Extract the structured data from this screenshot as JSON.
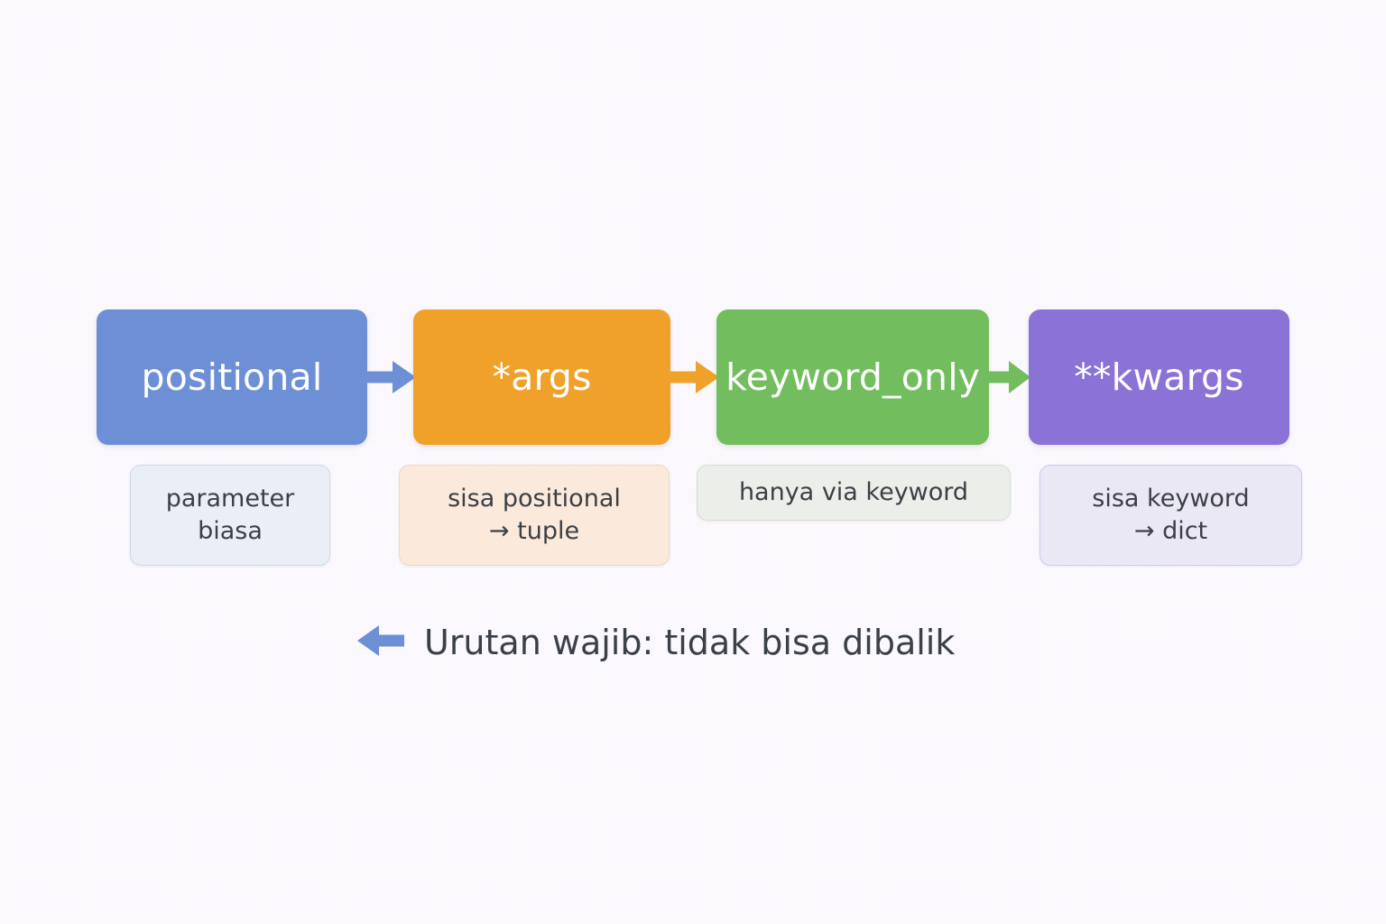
{
  "background_color": "#faf8fc",
  "diagram": {
    "nodes": [
      {
        "label": "positional",
        "color": "#6d8fd6",
        "text_color": "#ffffff"
      },
      {
        "label": "*args",
        "color": "#f0a12a",
        "text_color": "#ffffff"
      },
      {
        "label": "keyword_only",
        "color": "#72bd5e",
        "text_color": "#ffffff"
      },
      {
        "label": "**kwargs",
        "color": "#8a72d6",
        "text_color": "#ffffff"
      }
    ],
    "arrows": [
      {
        "from": "positional",
        "to": "*args",
        "color": "#6d8fd6",
        "direction": "right"
      },
      {
        "from": "*args",
        "to": "keyword_only",
        "color": "#f0a12a",
        "direction": "right"
      },
      {
        "from": "keyword_only",
        "to": "**kwargs",
        "color": "#72bd5e",
        "direction": "right"
      }
    ],
    "captions": [
      {
        "for": "positional",
        "line1": "parameter",
        "line2": "biasa",
        "bg": "#eaeef7",
        "border": "#cfd8ea"
      },
      {
        "for": "*args",
        "line1": "sisa positional",
        "line2": "→ tuple",
        "bg": "#fbeadb",
        "border": "#eed8c0"
      },
      {
        "for": "keyword_only",
        "line1": "hanya via keyword",
        "line2": "",
        "bg": "#ecefe9",
        "border": "#d7ded2"
      },
      {
        "for": "**kwargs",
        "line1": "sisa keyword",
        "line2": "→ dict",
        "bg": "#ebe8f6",
        "border": "#cfc9ea"
      }
    ],
    "note": {
      "arrow_direction": "left",
      "arrow_color": "#6d8fd6",
      "text": "Urutan wajib: tidak bisa dibalik",
      "text_color": "#3b4048"
    }
  }
}
